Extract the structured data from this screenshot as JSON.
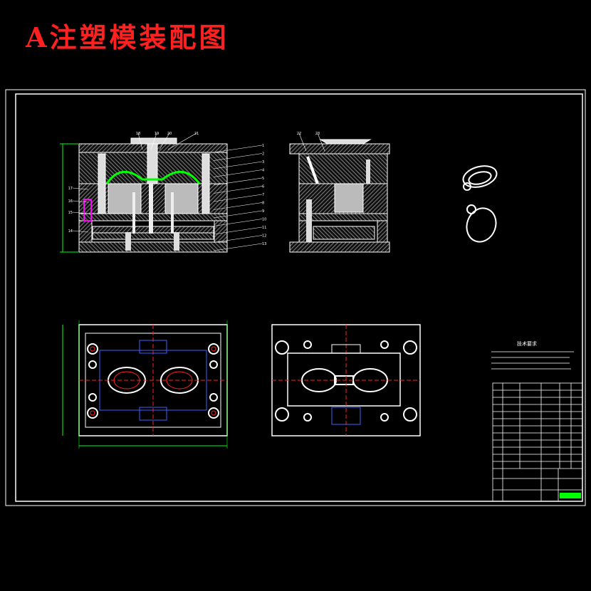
{
  "page": {
    "title": "A注塑模装配图"
  },
  "colors": {
    "background": "#000000",
    "title": "#ff2020",
    "frame": "#ffffff",
    "hatch": "#ffffff",
    "part_fill": "#cfcfcf",
    "cavity": "#00ff00",
    "dimension": "#00ff00",
    "center_line": "#ff2020",
    "hidden": "#4060ff",
    "magenta": "#ff00ff",
    "yellow": "#ffff00"
  },
  "drawing": {
    "main_view_callouts": [
      "1",
      "2",
      "3",
      "4",
      "5",
      "6",
      "7",
      "8",
      "9",
      "10",
      "11",
      "12",
      "13"
    ],
    "main_view_top_callouts": [
      "18",
      "19",
      "20",
      "21"
    ],
    "main_view_left_callouts": [
      "17",
      "16",
      "15",
      "14"
    ],
    "side_view_callouts": [
      "22",
      "23"
    ],
    "tech_req_title": "技术要求"
  }
}
